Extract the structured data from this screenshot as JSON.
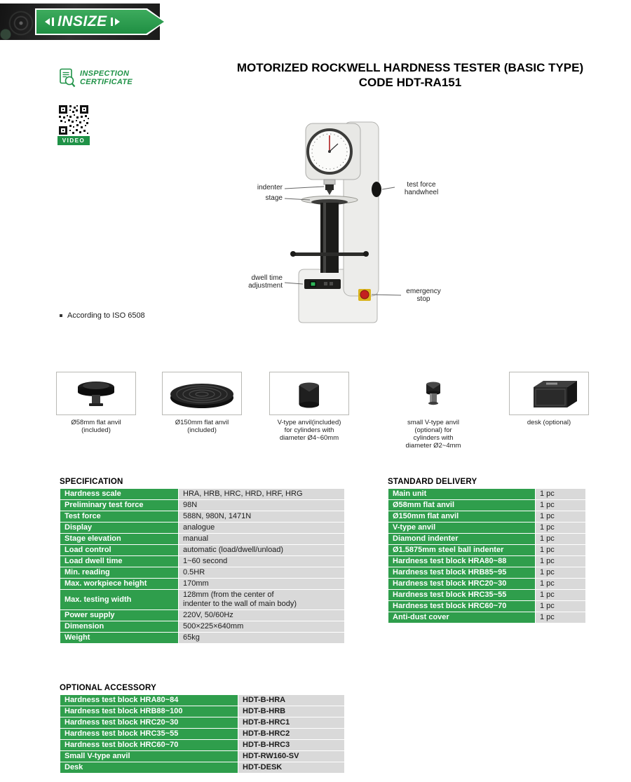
{
  "colors": {
    "green": "#2f9e4c",
    "cell_gray": "#d9d9d9",
    "brand_green": "#1f9247"
  },
  "brand": {
    "logo_text": "INSIZE"
  },
  "title": {
    "line1": "MOTORIZED ROCKWELL HARDNESS TESTER (BASIC TYPE)",
    "line2": "CODE HDT-RA151"
  },
  "badges": {
    "inspection_line1": "INSPECTION",
    "inspection_line2": "CERTIFICATE",
    "video_label": "VIDEO"
  },
  "figure": {
    "labels": {
      "indenter": "indenter",
      "stage": "stage",
      "handwheel": "test force\nhandwheel",
      "dwell": "dwell time\nadjustment",
      "emergency": "emergency\nstop"
    }
  },
  "note": "According to ISO 6508",
  "accessories": [
    {
      "caption": "Ø58mm flat anvil\n(included)"
    },
    {
      "caption": "Ø150mm flat anvil\n(included)"
    },
    {
      "caption": "V-type anvil(included)\nfor cylinders with\ndiameter Ø4~60mm"
    },
    {
      "caption": "small V-type anvil\n(optional) for\ncylinders with\ndiameter Ø2~4mm"
    },
    {
      "caption": "desk (optional)"
    }
  ],
  "spec": {
    "heading": "SPECIFICATION",
    "rows": [
      {
        "label": "Hardness scale",
        "value": "HRA, HRB, HRC, HRD, HRF, HRG"
      },
      {
        "label": "Preliminary test force",
        "value": "98N"
      },
      {
        "label": "Test force",
        "value": "588N, 980N, 1471N"
      },
      {
        "label": "Display",
        "value": "analogue"
      },
      {
        "label": "Stage elevation",
        "value": "manual"
      },
      {
        "label": "Load control",
        "value": "automatic (load/dwell/unload)"
      },
      {
        "label": "Load dwell time",
        "value": "1~60 second"
      },
      {
        "label": "Min. reading",
        "value": "0.5HR"
      },
      {
        "label": "Max. workpiece height",
        "value": "170mm"
      },
      {
        "label": "Max. testing width",
        "value": "128mm (from the center of\nindenter to the wall of main body)"
      },
      {
        "label": "Power supply",
        "value": "220V, 50/60Hz"
      },
      {
        "label": "Dimension",
        "value": "500×225×640mm"
      },
      {
        "label": "Weight",
        "value": "65kg"
      }
    ]
  },
  "delivery": {
    "heading": "STANDARD DELIVERY",
    "rows": [
      {
        "label": "Main unit",
        "qty": "1 pc"
      },
      {
        "label": "Ø58mm flat anvil",
        "qty": "1 pc"
      },
      {
        "label": "Ø150mm flat anvil",
        "qty": "1 pc"
      },
      {
        "label": "V-type anvil",
        "qty": "1 pc"
      },
      {
        "label": "Diamond indenter",
        "qty": "1 pc"
      },
      {
        "label": "Ø1.5875mm steel ball indenter",
        "qty": "1 pc"
      },
      {
        "label": "Hardness test block HRA80~88",
        "qty": "1 pc"
      },
      {
        "label": "Hardness test block HRB85~95",
        "qty": "1 pc"
      },
      {
        "label": "Hardness test block HRC20~30",
        "qty": "1 pc"
      },
      {
        "label": "Hardness test block HRC35~55",
        "qty": "1 pc"
      },
      {
        "label": "Hardness test block HRC60~70",
        "qty": "1 pc"
      },
      {
        "label": "Anti-dust cover",
        "qty": "1 pc"
      }
    ]
  },
  "optional": {
    "heading": "OPTIONAL ACCESSORY",
    "rows": [
      {
        "label": "Hardness test block HRA80~84",
        "code": "HDT-B-HRA"
      },
      {
        "label": "Hardness test block HRB88~100",
        "code": "HDT-B-HRB"
      },
      {
        "label": "Hardness test block HRC20~30",
        "code": "HDT-B-HRC1"
      },
      {
        "label": "Hardness test block HRC35~55",
        "code": "HDT-B-HRC2"
      },
      {
        "label": "Hardness test block HRC60~70",
        "code": "HDT-B-HRC3"
      },
      {
        "label": "Small V-type anvil",
        "code": "HDT-RW160-SV"
      },
      {
        "label": "Desk",
        "code": "HDT-DESK"
      }
    ]
  }
}
